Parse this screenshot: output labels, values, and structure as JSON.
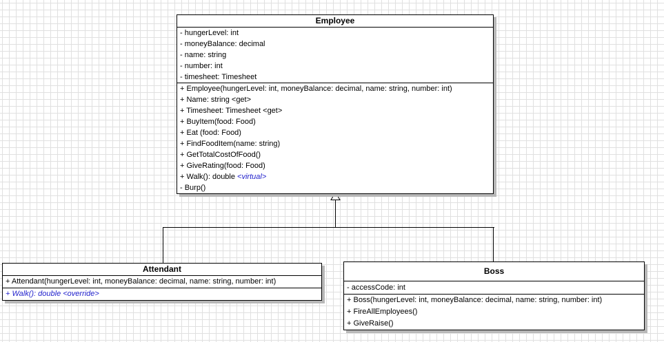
{
  "diagram": {
    "kind": "uml-class-diagram",
    "relationships": [
      {
        "type": "generalization",
        "child": "Attendant",
        "parent": "Employee"
      },
      {
        "type": "generalization",
        "child": "Boss",
        "parent": "Employee"
      }
    ],
    "colors": {
      "box_fill": "#ffffff",
      "box_border": "#000000",
      "box_shadow": "#b8b8b8",
      "grid_line": "#e0e0e0",
      "annotation_blue": "#2222cc"
    }
  },
  "classes": {
    "employee": {
      "name": "Employee",
      "attributes": [
        "- hungerLevel: int",
        "- moneyBalance: decimal",
        "- name: string",
        "- number: int",
        "- timesheet: Timesheet"
      ],
      "methods": [
        "+ Employee(hungerLevel: int, moneyBalance: decimal, name: string, number: int)",
        "+ Name: string <get>",
        "+ Timesheet: Timesheet <get>",
        "+ BuyItem(food: Food)",
        "+ Eat (food: Food)",
        "+ FindFoodItem(name: string)",
        "+ GetTotalCostOfFood()",
        "+ GiveRating(food: Food)",
        {
          "text": "+ Walk(): double ",
          "annotation": "<virtual>"
        },
        "- Burp()"
      ]
    },
    "attendant": {
      "name": "Attendant",
      "methods": [
        "+ Attendant(hungerLevel: int, moneyBalance: decimal, name: string, number: int)",
        "+ Walk(): double <override>"
      ]
    },
    "boss": {
      "name": "Boss",
      "attributes": [
        "- accessCode: int"
      ],
      "methods": [
        "+ Boss(hungerLevel: int, moneyBalance: decimal, name: string, number: int)",
        "+ FireAllEmployees()",
        "+ GiveRaise()"
      ]
    }
  }
}
